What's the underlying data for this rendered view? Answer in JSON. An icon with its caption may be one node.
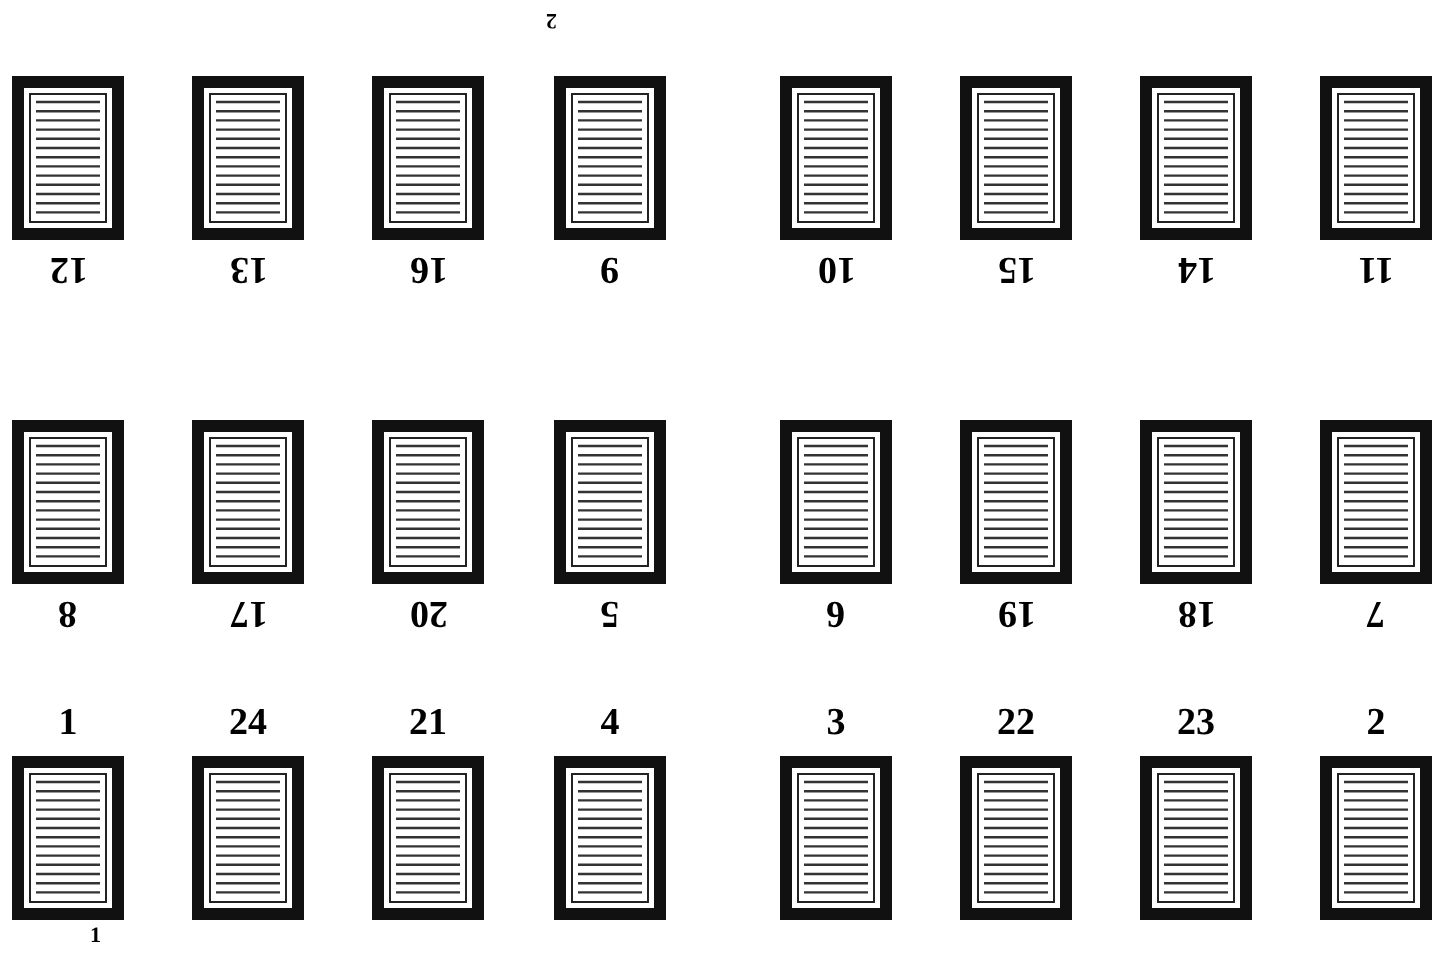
{
  "diagram": {
    "nodes": [
      {
        "text": [
          "12"
        ]
      },
      {
        "text": [
          "13"
        ]
      },
      {
        "text": [
          "16"
        ]
      },
      {
        "text": [
          "9"
        ]
      },
      {
        "text": [
          "10"
        ]
      },
      {
        "text": [
          "15"
        ]
      },
      {
        "text": [
          "14"
        ]
      },
      {
        "text": [
          "11"
        ]
      },
      {
        "text": [
          "8"
        ]
      },
      {
        "text": [
          "17"
        ]
      },
      {
        "text": [
          "20"
        ]
      },
      {
        "text": [
          "5"
        ]
      },
      {
        "text": [
          "6"
        ]
      },
      {
        "text": [
          "19"
        ]
      },
      {
        "text": [
          "18"
        ]
      },
      {
        "text": [
          "7"
        ]
      },
      {
        "text": [
          "1"
        ]
      },
      {
        "text": [
          "24"
        ]
      },
      {
        "text": [
          "21"
        ]
      },
      {
        "text": [
          "4"
        ]
      },
      {
        "text": [
          "3"
        ]
      },
      {
        "text": [
          "22"
        ]
      },
      {
        "text": [
          "23"
        ]
      },
      {
        "text": [
          "2"
        ]
      }
    ],
    "labels": [
      "2",
      "1"
    ]
  }
}
